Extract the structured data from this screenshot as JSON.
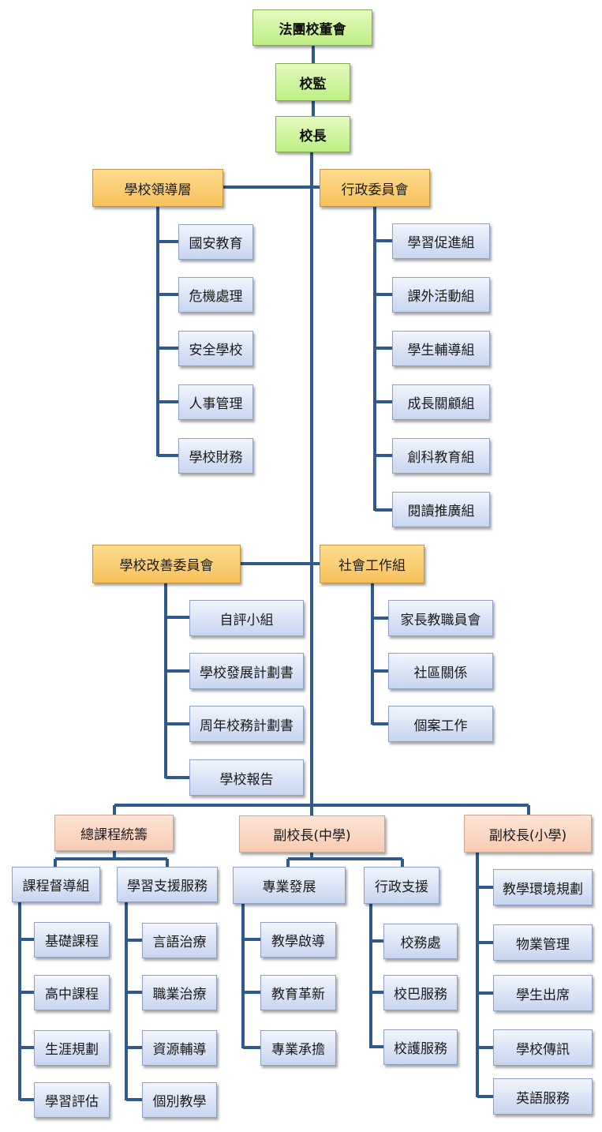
{
  "colors": {
    "line": "#2e5a8f",
    "green": "#bdee82",
    "orange": "#f7c15c",
    "peach": "#f8cbb3",
    "blue": "#c7d5ef"
  },
  "top": {
    "board": "法團校董會",
    "supervisor": "校監",
    "principal": "校長"
  },
  "leadership": {
    "title": "學校領導層",
    "items": [
      "國安教育",
      "危機處理",
      "安全學校",
      "人事管理",
      "學校財務"
    ]
  },
  "admin_committee": {
    "title": "行政委員會",
    "items": [
      "學習促進組",
      "課外活動組",
      "學生輔導組",
      "成長關顧組",
      "創科教育組",
      "閱讀推廣組"
    ]
  },
  "improvement": {
    "title": "學校改善委員會",
    "items": [
      "自評小組",
      "學校發展計劃書",
      "周年校務計劃書",
      "學校報告"
    ]
  },
  "social": {
    "title": "社會工作組",
    "items": [
      "家長教職員會",
      "社區關係",
      "個案工作"
    ]
  },
  "curriculum": {
    "title": "總課程統籌",
    "supervision": {
      "title": "課程督導組",
      "items": [
        "基礎課程",
        "高中課程",
        "生涯規劃",
        "學習評估"
      ]
    },
    "support": {
      "title": "學習支援服務",
      "items": [
        "言語治療",
        "職業治療",
        "資源輔導",
        "個別教學"
      ]
    }
  },
  "vp_secondary": {
    "title": "副校長(中學)",
    "professional": {
      "title": "專業發展",
      "items": [
        "教學啟導",
        "教育革新",
        "專業承擔"
      ]
    },
    "admin_support": {
      "title": "行政支援",
      "items": [
        "校務處",
        "校巴服務",
        "校護服務"
      ]
    }
  },
  "vp_primary": {
    "title": "副校長(小學)",
    "items": [
      "教學環境規劃",
      "物業管理",
      "學生出席",
      "學校傳訊",
      "英語服務"
    ]
  }
}
